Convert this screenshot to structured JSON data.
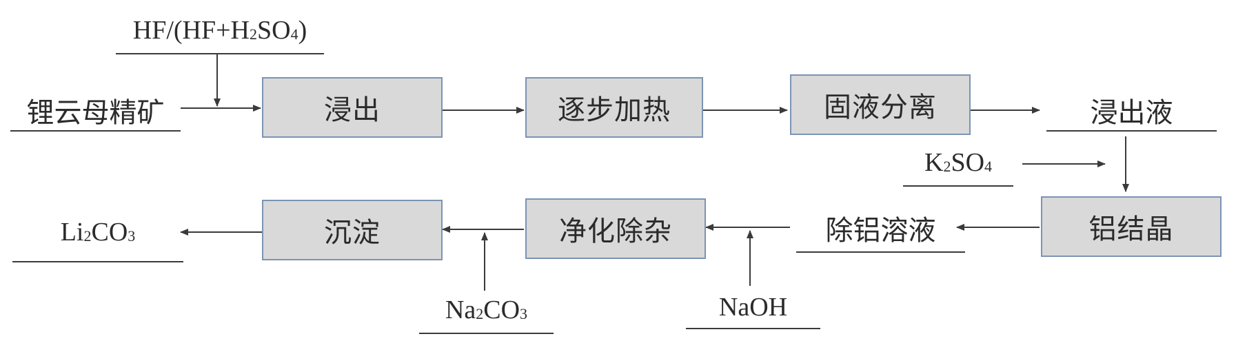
{
  "colors": {
    "box_fill": "#d9d9d9",
    "box_border": "#7b93b4",
    "line": "#3a3a3a",
    "text": "#2b2b2b"
  },
  "boxes": {
    "leaching": "浸出",
    "gradual_heating": "逐步加热",
    "solid_liquid_separation": "固液分离",
    "aluminum_crystallization": "铝结晶",
    "purification": "净化除杂",
    "precipitation": "沉淀"
  },
  "labels": {
    "raw_material": "锂云母精矿",
    "leachate": "浸出液",
    "al_removed_solution": "除铝溶液"
  },
  "reagents": {
    "acid_prefix": "HF/(HF+H",
    "acid_sub_2": "2",
    "acid_mid": "SO",
    "acid_sub_4": "4",
    "acid_suffix": ")",
    "k2so4_k": "K",
    "k2so4_sub_2": "2",
    "k2so4_so": "SO",
    "k2so4_sub_4": "4",
    "naoh": "NaOH",
    "na2co3_na": "Na",
    "na2co3_sub_2": "2",
    "na2co3_co": "CO",
    "na2co3_sub_3": "3",
    "product_li": "Li",
    "product_sub_2": "2",
    "product_co": "CO",
    "product_sub_3": "3"
  }
}
